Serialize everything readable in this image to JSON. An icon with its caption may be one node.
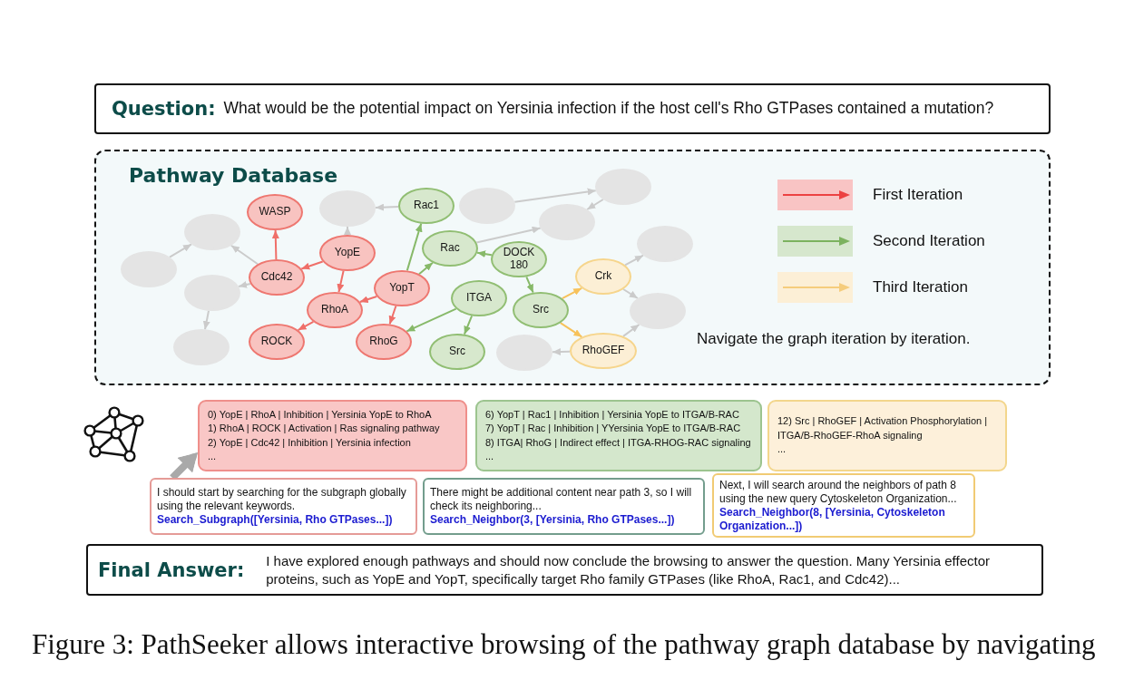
{
  "diagram": {
    "caption": "Figure 3: PathSeeker allows interactive browsing of the pathway graph database by navigating",
    "nodes": [
      {
        "text": [
          "Question:",
          "What would be the potential impact on Yersinia infection if the host cell's Rho GTPases contained a mutation?"
        ]
      },
      {
        "text": [
          "Pathway Database",
          "Navigate the graph iteration by iteration."
        ]
      },
      {
        "text": [],
        "shape": "ellipse",
        "in": 1
      },
      {
        "text": [
          "WASP"
        ],
        "in": 1
      },
      {
        "text": [],
        "shape": "ellipse",
        "in": 1
      },
      {
        "text": [
          "Rac1"
        ],
        "in": 1
      },
      {
        "text": [],
        "shape": "ellipse",
        "in": 1
      },
      {
        "text": [],
        "shape": "ellipse",
        "in": 1
      },
      {
        "text": [],
        "shape": "ellipse",
        "in": 1
      },
      {
        "text": [],
        "shape": "ellipse",
        "in": 1
      },
      {
        "text": [],
        "shape": "ellipse",
        "in": 1
      },
      {
        "text": [
          "YopE"
        ],
        "in": 1
      },
      {
        "text": [
          "Cdc42"
        ],
        "in": 1
      },
      {
        "text": [
          "Rac"
        ],
        "in": 1
      },
      {
        "text": [
          "DOCK 180"
        ],
        "in": 1
      },
      {
        "text": [
          "Crk"
        ],
        "in": 1
      },
      {
        "text": [],
        "shape": "ellipse",
        "in": 1
      },
      {
        "text": [
          "YopT"
        ],
        "in": 1
      },
      {
        "text": [
          "ITGA"
        ],
        "in": 1
      },
      {
        "text": [
          "RhoA"
        ],
        "in": 1
      },
      {
        "text": [
          "Src"
        ],
        "in": 1
      },
      {
        "text": [],
        "shape": "ellipse",
        "in": 1
      },
      {
        "text": [],
        "shape": "ellipse",
        "in": 1
      },
      {
        "text": [
          "ROCK"
        ],
        "in": 1
      },
      {
        "text": [
          "RhoG"
        ],
        "in": 1
      },
      {
        "text": [
          "Src"
        ],
        "in": 1
      },
      {
        "text": [],
        "shape": "ellipse",
        "in": 1
      },
      {
        "text": [
          "RhoGEF"
        ],
        "in": 1
      },
      {
        "text": [
          "0) YopE | RhoA | Inhibition | Yersinia YopE to RhoA",
          "1) RhoA | ROCK | Activation | Ras signaling pathway",
          "2) YopE | Cdc42 | Inhibition | Yersinia infection",
          "..."
        ]
      },
      {
        "text": [
          "6) YopT | Rac1 | Inhibition | Yersinia YopE to ITGA/B-RAC",
          "7) YopT | Rac | Inhibition | YYersinia YopE to ITGA/B-RAC",
          "8) ITGA| RhoG | Indirect effect | ITGA-RHOG-RAC signaling",
          "..."
        ]
      },
      {
        "text": [
          "12) Src | RhoGEF | Activation Phosphorylation | ITGA/B-RhoGEF-RhoA signaling",
          "..."
        ]
      },
      {
        "text": [
          "I should start by searching for the subgraph globally using the relevant keywords.",
          "Search_Subgraph([Yersinia, Rho GTPases...])"
        ]
      },
      {
        "text": [
          "There might be additional content near path 3, so I will check its neighboring...",
          "Search_Neighbor(3, [Yersinia, Rho GTPases...])"
        ]
      },
      {
        "text": [
          "Next, I will search around the neighbors of path 8 using the new query Cytoskeleton Organization...",
          "Search_Neighbor(8, [Yersinia, Cytoskeleton Organization...])"
        ]
      },
      {
        "text": [
          "Final Answer:",
          "I have explored enough pathways and should now conclude the browsing to answer the question. Many Yersinia effector proteins, such as YopE and YopT, specifically target Rho family GTPases (like RhoA, Rac1, and Cdc42)..."
        ]
      }
    ],
    "edges": [
      {
        "from": 10,
        "to": 2,
        "arrow": "to"
      },
      {
        "from": 12,
        "to": 2,
        "arrow": "to"
      },
      {
        "from": 12,
        "to": 16,
        "arrow": "to"
      },
      {
        "from": 16,
        "to": 22,
        "arrow": "to"
      },
      {
        "from": 11,
        "to": 4,
        "arrow": "to"
      },
      {
        "from": 5,
        "to": 4,
        "arrow": "to"
      },
      {
        "from": 6,
        "to": 7,
        "arrow": "to"
      },
      {
        "from": 7,
        "to": 8,
        "arrow": "to"
      },
      {
        "from": 13,
        "to": 8,
        "arrow": "to"
      },
      {
        "from": 15,
        "to": 9,
        "arrow": "to"
      },
      {
        "from": 15,
        "to": 21,
        "arrow": "to"
      },
      {
        "from": 27,
        "to": 21,
        "arrow": "to"
      },
      {
        "from": 27,
        "to": 26,
        "arrow": "to"
      },
      {
        "from": 12,
        "to": 3,
        "arrow": "to",
        "color": "#ef6f69"
      },
      {
        "from": 11,
        "to": 12,
        "arrow": "to",
        "color": "#ef6f69"
      },
      {
        "from": 11,
        "to": 19,
        "arrow": "to",
        "color": "#ef6f69"
      },
      {
        "from": 17,
        "to": 19,
        "arrow": "to",
        "color": "#ef6f69"
      },
      {
        "from": 17,
        "to": 24,
        "arrow": "to",
        "color": "#ef6f69"
      },
      {
        "from": 19,
        "to": 23,
        "arrow": "to",
        "color": "#ef6f69"
      },
      {
        "from": 17,
        "to": 5,
        "arrow": "to",
        "color": "#87b969"
      },
      {
        "from": 17,
        "to": 13,
        "arrow": "to",
        "color": "#87b969"
      },
      {
        "from": 14,
        "to": 13,
        "arrow": "to",
        "color": "#87b969"
      },
      {
        "from": 14,
        "to": 20,
        "arrow": "to",
        "color": "#87b969"
      },
      {
        "from": 18,
        "to": 24,
        "arrow": "to",
        "color": "#87b969"
      },
      {
        "from": 18,
        "to": 25,
        "arrow": "to",
        "color": "#87b969"
      },
      {
        "from": 20,
        "to": 15,
        "arrow": "to",
        "color": "#f7c25b"
      },
      {
        "from": 20,
        "to": 27,
        "arrow": "to",
        "color": "#f7c25b"
      },
      {
        "from": 31,
        "to": 28,
        "arrow": "to",
        "style": "thick",
        "color": "#a9a9a9"
      }
    ],
    "legend": [
      {
        "text": "First Iteration",
        "color": "#f9c4c4"
      },
      {
        "text": "Second Iteration",
        "color": "#d6e7cd"
      },
      {
        "text": "Third Iteration",
        "color": "#fcefd6"
      }
    ]
  }
}
